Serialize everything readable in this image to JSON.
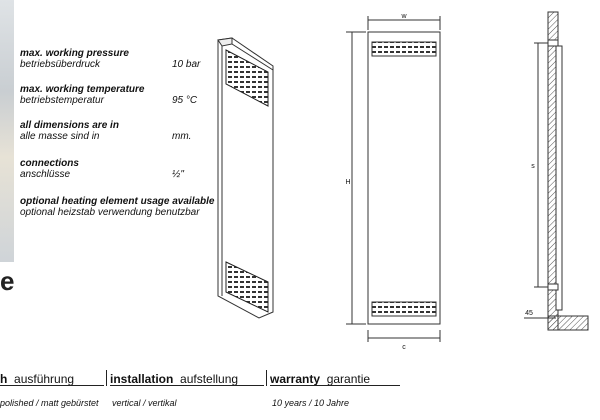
{
  "left_edge": {
    "glyph": "e"
  },
  "specs": [
    {
      "label_en": "max. working pressure",
      "label_de": "betriebsüberdruck",
      "value": "10 bar"
    },
    {
      "label_en": "max. working temperature",
      "label_de": "betriebstemperatur",
      "value": "95 °C"
    },
    {
      "label_en": "all dimensions are in",
      "label_de": "alle masse sind in",
      "value": "mm."
    },
    {
      "label_en": "connections",
      "label_de": "anschlüsse",
      "value": "½\""
    },
    {
      "label_en": "optional heating element usage available",
      "label_de": "optional heizstab verwendung benutzbar",
      "value": ""
    }
  ],
  "drawing_labels": {
    "width": "w",
    "height": "H",
    "bottom": "c",
    "side_spacing": "s",
    "wall_offset": "45"
  },
  "footer": {
    "col1": {
      "head_bold": "h",
      "head": "ausführung",
      "value": "polished / matt gebürstet"
    },
    "col2": {
      "head_bold": "installation",
      "head": "aufstellung",
      "value": "vertical / vertikal"
    },
    "col3": {
      "head_bold": "warranty",
      "head": "garantie",
      "value": "10 years / 10 Jahre"
    }
  },
  "colors": {
    "line": "#333333",
    "text": "#111111"
  }
}
